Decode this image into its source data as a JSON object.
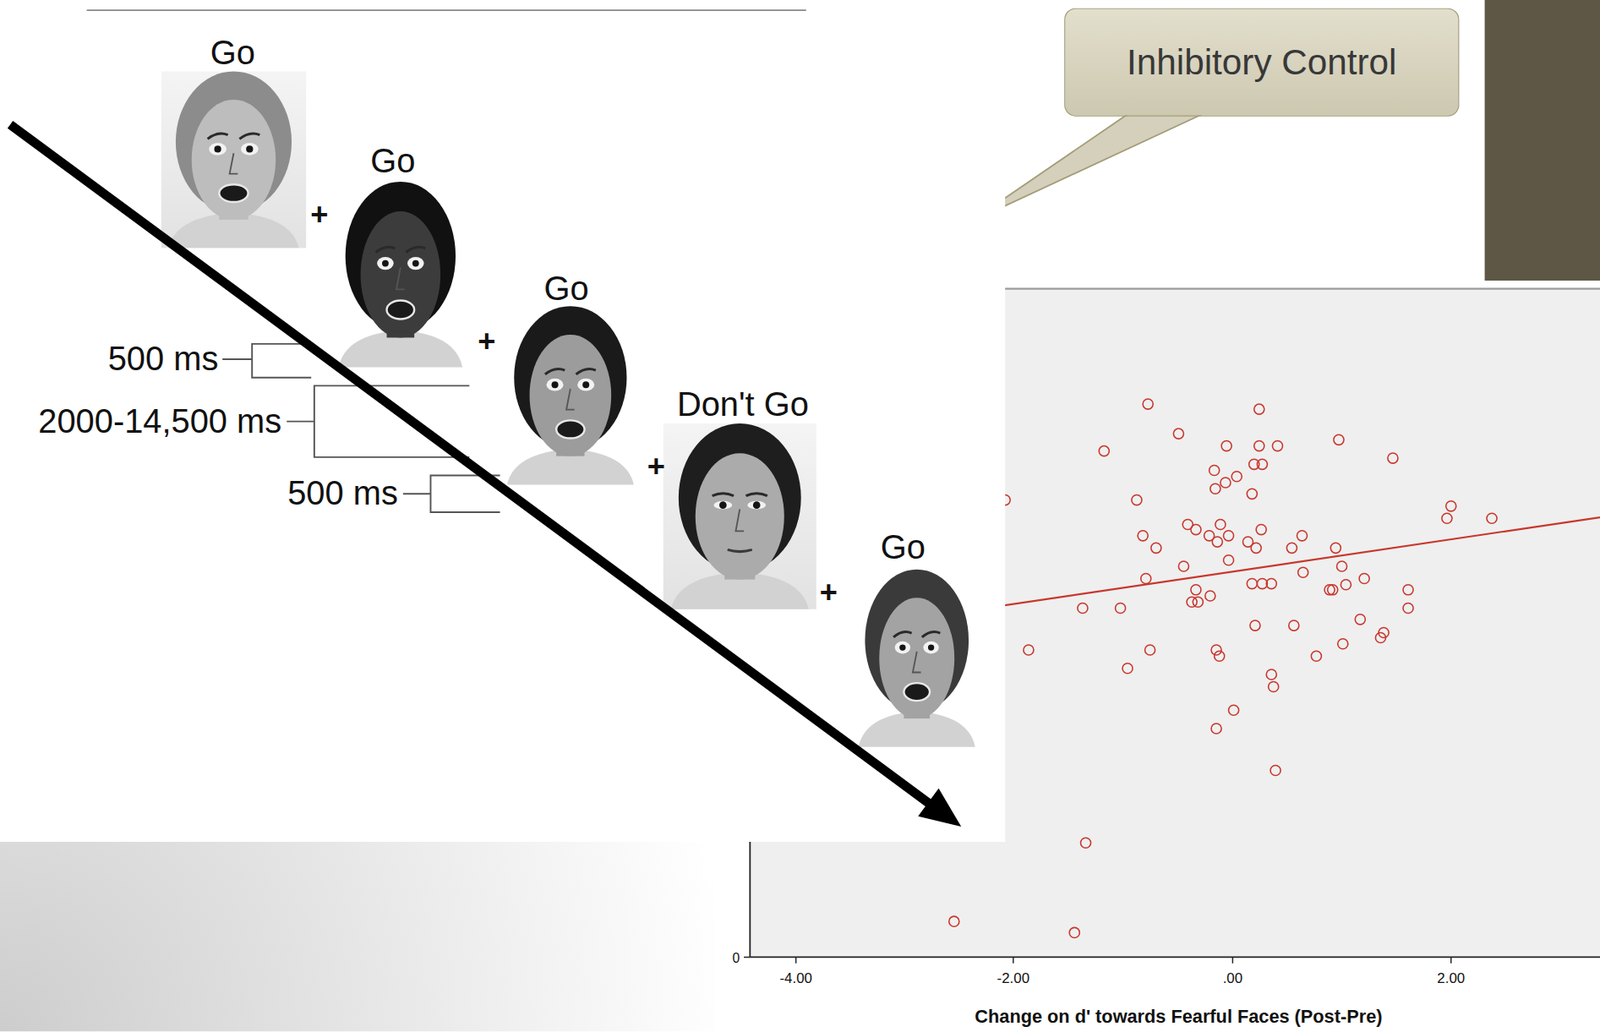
{
  "diagram": {
    "nodes": [
      {
        "text": [
          "Inhibitory Control"
        ]
      }
    ],
    "labels": [
      "Go",
      "Go",
      "Go",
      "Don't Go",
      "Go",
      "+",
      "+",
      "+",
      "+",
      "500 ms",
      "2000-14,500 ms",
      "500 ms",
      "0",
      "-4.00",
      "-2.00",
      ".00",
      "2.00",
      "Change on d' towards Fearful Faces (Post-Pre)"
    ]
  }
}
